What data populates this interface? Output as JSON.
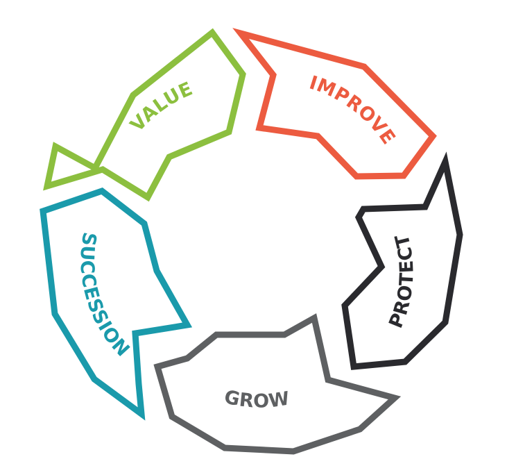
{
  "diagram": {
    "segments": [
      {
        "id": "value",
        "label": "VALUE",
        "color": "#8cbf3f"
      },
      {
        "id": "improve",
        "label": "IMPROVE",
        "color": "#ec5b40"
      },
      {
        "id": "protect",
        "label": "PROTECT",
        "color": "#2a2a2e"
      },
      {
        "id": "grow",
        "label": "GROW",
        "color": "#5e6062"
      },
      {
        "id": "succession",
        "label": "SUCCESSION",
        "color": "#1a9aab"
      }
    ]
  }
}
